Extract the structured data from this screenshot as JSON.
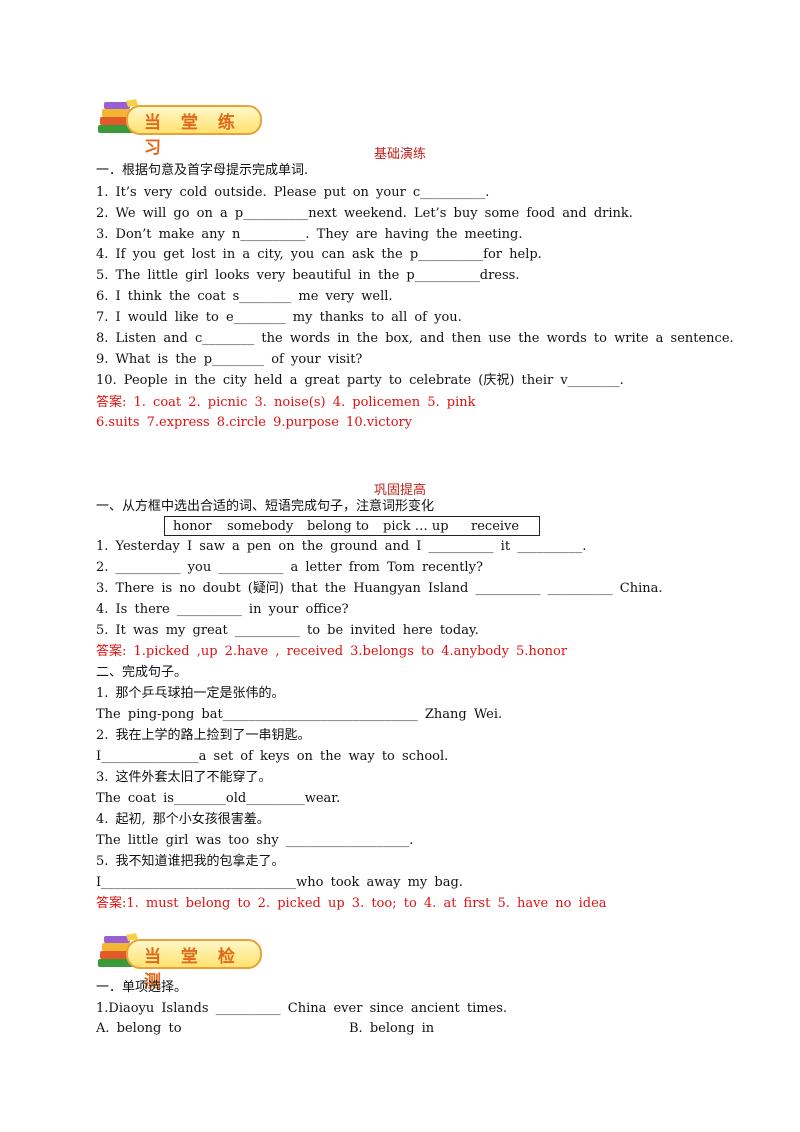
{
  "section1": {
    "banner": "当 堂 练 习",
    "subtitle": "基础演练"
  },
  "part1": {
    "instruction": "一．根据句意及首字母提示完成单词.",
    "items": [
      "1. It’s very cold outside. Please put on your c__________.",
      "2. We will go on a p__________next weekend. Let’s buy some food and drink.",
      "3. Don’t make any n__________. They are having the meeting.",
      "4. If you get lost in a city, you can ask the p__________for help.",
      "5. The little girl looks very beautiful in the p__________dress.",
      "6. I think the coat s________ me very well.",
      "7. I would like to e________ my thanks to all of you.",
      "8. Listen and c________ the words in the box, and then use the words to write a sentence.",
      "9. What is the p________ of your visit?",
      "10. People in the city held a great party to celebrate (庆祝) their v________."
    ],
    "answer1": "答案:  1. coat   2. picnic   3. noise(s)   4. policemen   5. pink",
    "answer2": "6.suits   7.express   8.circle   9.purpose   10.victory"
  },
  "section2": {
    "subtitle": "巩固提高"
  },
  "part2": {
    "instruction": "一、从方框中选出合适的词、短语完成句子，注意词形变化",
    "box_words": [
      "honor",
      "somebody",
      "belong to",
      "pick … up",
      "receive"
    ],
    "items": [
      "1. Yesterday I saw a pen on the ground and I __________ it __________.",
      "2. __________ you __________ a letter from Tom recently?",
      "3. There is no doubt (疑问) that the Huangyan Island __________ __________ China.",
      "4. Is there __________ in your office?",
      "5. It was my great __________ to be invited here today."
    ],
    "answer": "答案: 1.picked ,up   2.have , received   3.belongs to   4.anybody   5.honor"
  },
  "part3": {
    "instruction": "二、完成句子。",
    "items": [
      "1. 那个乒乓球拍一定是张伟的。",
      "The ping-pong bat______________________________   Zhang Wei.",
      "2. 我在上学的路上捡到了一串钥匙。",
      "I_______________a set of keys on the way to school.",
      "3. 这件外套太旧了不能穿了。",
      "The coat is________old_________wear.",
      "4. 起初, 那个小女孩很害羞。",
      "The little girl was too shy  ___________________.",
      "5. 我不知道谁把我的包拿走了。",
      "I______________________________who took away my bag."
    ],
    "answer": "答案:1. must belong to   2. picked up   3. too; to   4. at first   5. have no idea"
  },
  "section3": {
    "banner": "当 堂 检 测"
  },
  "part4": {
    "instruction": "一．单项选择。",
    "question": "1.Diaoyu Islands __________ China ever since ancient times.",
    "option_a": "A. belong to",
    "option_b": "B. belong in"
  }
}
